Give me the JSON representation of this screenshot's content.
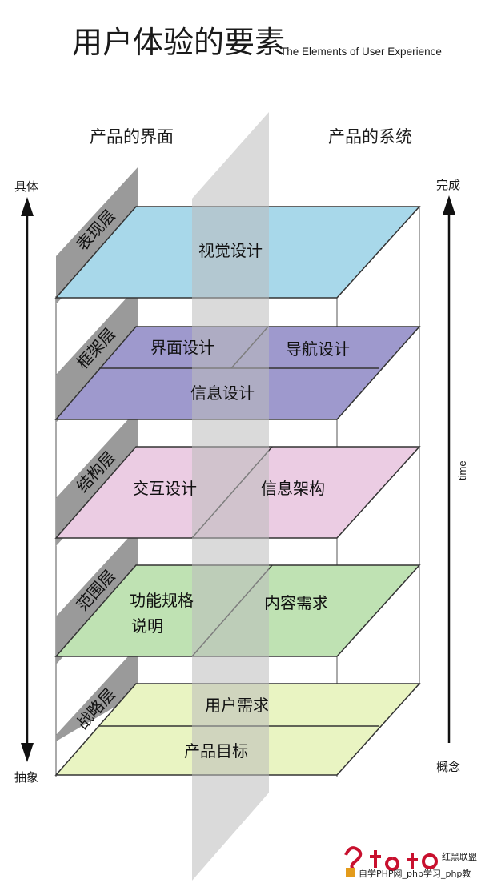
{
  "title": "用户体验的要素",
  "subtitle": "The Elements of User Experience",
  "columns": {
    "left": "产品的界面",
    "right": "产品的系统"
  },
  "left_axis": {
    "top": "具体",
    "bottom": "抽象"
  },
  "right_axis": {
    "top": "完成",
    "bottom": "概念",
    "middle": "time"
  },
  "layers": {
    "surface": {
      "name": "表现层",
      "cells": [
        "视觉设计"
      ]
    },
    "skeleton": {
      "name": "框架层",
      "cells": [
        "界面设计",
        "导航设计",
        "信息设计"
      ]
    },
    "structure": {
      "name": "结构层",
      "cells": [
        "交互设计",
        "信息架构"
      ]
    },
    "scope": {
      "name": "范围层",
      "cells": [
        "功能规格",
        "说明",
        "内容需求"
      ]
    },
    "strategy": {
      "name": "战略层",
      "cells": [
        "用户需求",
        "产品目标"
      ]
    }
  },
  "colors": {
    "surface": "#a8d8ea",
    "skeleton": "#9e99cd",
    "structure": "#ebcce3",
    "scope": "#bfe2b3",
    "strategy": "#e9f4c2",
    "label_tab": "#9a9a9a",
    "center_plane": "#bcbcbc"
  },
  "watermark": {
    "brand": "红黑联盟",
    "bottom_text": "自学PHP网_php学习_php教"
  }
}
